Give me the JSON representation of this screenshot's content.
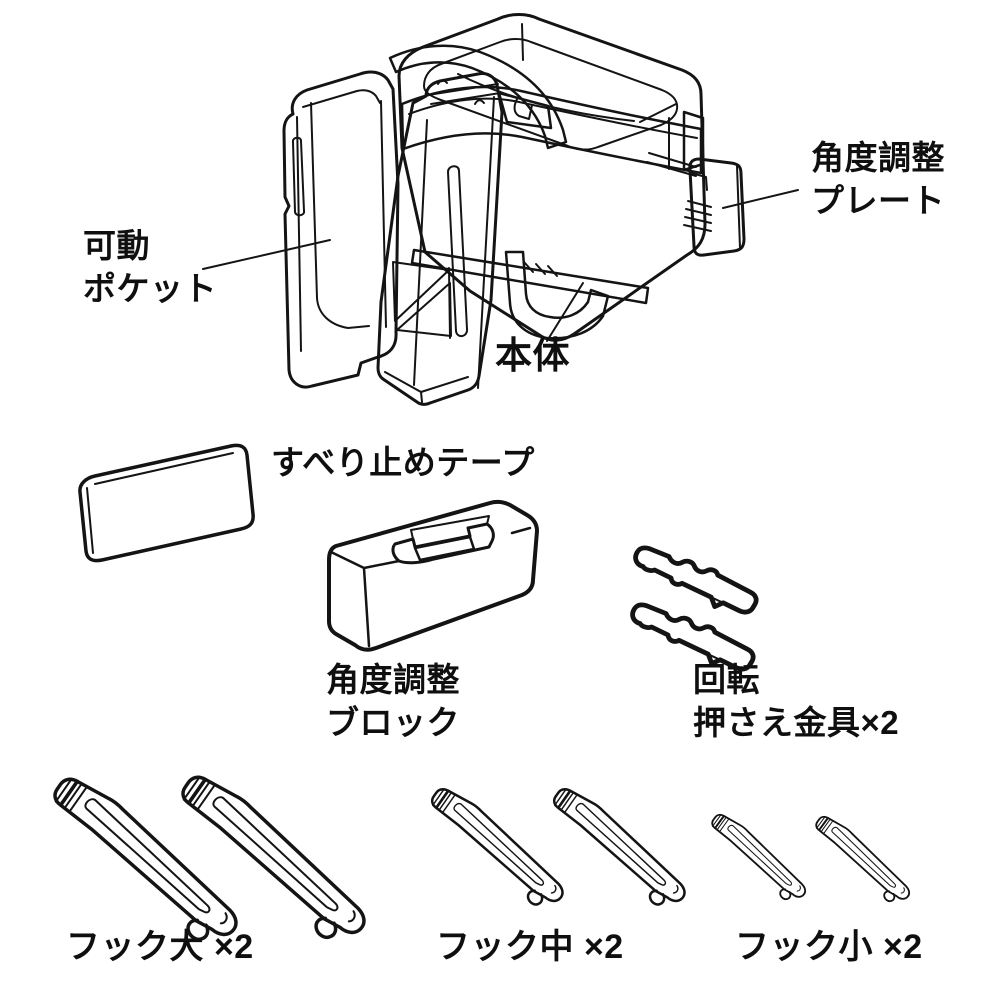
{
  "diagram": {
    "kind": "product-parts-diagram",
    "colors": {
      "line": "#141414",
      "background": "#ffffff",
      "text": "#0f0f0f"
    },
    "parts": [
      {
        "id": "movable-pocket",
        "label_lines": [
          "可動",
          "ポケット"
        ]
      },
      {
        "id": "main-body",
        "label_lines": [
          "本体"
        ]
      },
      {
        "id": "angle-adjust-plate",
        "label_lines": [
          "角度調整",
          "プレート"
        ]
      },
      {
        "id": "anti-slip-tape",
        "label_lines": [
          "すべり止めテープ"
        ]
      },
      {
        "id": "angle-adjust-block",
        "label_lines": [
          "角度調整",
          "ブロック"
        ]
      },
      {
        "id": "rotation-bracket",
        "label_lines": [
          "回転",
          "押さえ金具×2"
        ]
      },
      {
        "id": "hook-large",
        "label_lines": [
          "フック大 ×2"
        ]
      },
      {
        "id": "hook-medium",
        "label_lines": [
          "フック中 ×2"
        ]
      },
      {
        "id": "hook-small",
        "label_lines": [
          "フック小 ×2"
        ]
      }
    ]
  }
}
